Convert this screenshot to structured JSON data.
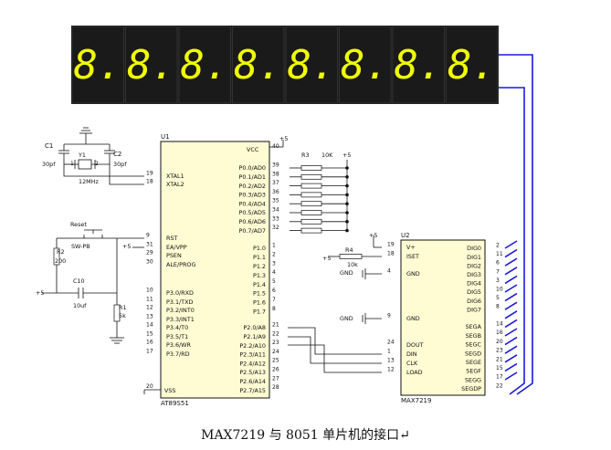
{
  "display": {
    "digit": "8.",
    "digit_count": 8,
    "color": "#f0ff00",
    "bg": "#1a1a1a"
  },
  "u1": {
    "ref": "U1",
    "part": "AT89S51",
    "vcc": "VCC",
    "vcc_pin": "40",
    "vss": "VSS",
    "vss_pin": "20",
    "left_pins": [
      {
        "num": "19",
        "name": "XTAL1"
      },
      {
        "num": "18",
        "name": "XTAL2"
      },
      {
        "num": "9",
        "name": "RST"
      },
      {
        "num": "31",
        "name": "EA/VPP"
      },
      {
        "num": "29",
        "name": "PSEN"
      },
      {
        "num": "30",
        "name": "ALE/PROG"
      },
      {
        "num": "10",
        "name": "P3.0/RXD"
      },
      {
        "num": "11",
        "name": "P3.1/TXD"
      },
      {
        "num": "12",
        "name": "P3.2/INT0"
      },
      {
        "num": "13",
        "name": "P3.3/INT1"
      },
      {
        "num": "14",
        "name": "P3.4/T0"
      },
      {
        "num": "15",
        "name": "P3.5/T1"
      },
      {
        "num": "16",
        "name": "P3.6/WR"
      },
      {
        "num": "17",
        "name": "P3.7/RD"
      }
    ],
    "p0": [
      {
        "num": "39",
        "name": "P0.0/AD0"
      },
      {
        "num": "38",
        "name": "P0.1/AD1"
      },
      {
        "num": "37",
        "name": "P0.2/AD2"
      },
      {
        "num": "36",
        "name": "P0.3/AD3"
      },
      {
        "num": "35",
        "name": "P0.4/AD4"
      },
      {
        "num": "34",
        "name": "P0.5/AD5"
      },
      {
        "num": "33",
        "name": "P0.6/AD6"
      },
      {
        "num": "32",
        "name": "P0.7/AD7"
      }
    ],
    "p1": [
      {
        "num": "1",
        "name": "P1.0"
      },
      {
        "num": "2",
        "name": "P1.1"
      },
      {
        "num": "3",
        "name": "P1.2"
      },
      {
        "num": "4",
        "name": "P1.3"
      },
      {
        "num": "5",
        "name": "P1.4"
      },
      {
        "num": "6",
        "name": "P1.5"
      },
      {
        "num": "7",
        "name": "P1.6"
      },
      {
        "num": "8",
        "name": "P1.7"
      }
    ],
    "p2": [
      {
        "num": "21",
        "name": "P2.0/A8"
      },
      {
        "num": "22",
        "name": "P2.1/A9"
      },
      {
        "num": "23",
        "name": "P2.2/A10"
      },
      {
        "num": "24",
        "name": "P2.3/A11"
      },
      {
        "num": "25",
        "name": "P2.4/A12"
      },
      {
        "num": "26",
        "name": "P2.5/A13"
      },
      {
        "num": "27",
        "name": "P2.6/A14"
      },
      {
        "num": "28",
        "name": "P2.7/A15"
      }
    ]
  },
  "u2": {
    "ref": "U2",
    "part": "MAX7219",
    "left_pins": [
      {
        "num": "19",
        "name": "V+"
      },
      {
        "num": "18",
        "name": "ISET"
      },
      {
        "num": "4",
        "name": "GND"
      },
      {
        "num": "9",
        "name": "GND"
      },
      {
        "num": "24",
        "name": "DOUT"
      },
      {
        "num": "1",
        "name": "DIN"
      },
      {
        "num": "13",
        "name": "CLK"
      },
      {
        "num": "12",
        "name": "LOAD"
      }
    ],
    "dig_pins": [
      {
        "num": "2",
        "name": "DIG0"
      },
      {
        "num": "11",
        "name": "DIG1"
      },
      {
        "num": "6",
        "name": "DIG2"
      },
      {
        "num": "7",
        "name": "DIG3"
      },
      {
        "num": "3",
        "name": "DIG4"
      },
      {
        "num": "10",
        "name": "DIG5"
      },
      {
        "num": "5",
        "name": "DIG6"
      },
      {
        "num": "8",
        "name": "DIG7"
      }
    ],
    "seg_pins": [
      {
        "num": "14",
        "name": "SEGA"
      },
      {
        "num": "16",
        "name": "SEGB"
      },
      {
        "num": "20",
        "name": "SEGC"
      },
      {
        "num": "23",
        "name": "SEGD"
      },
      {
        "num": "21",
        "name": "SEGE"
      },
      {
        "num": "15",
        "name": "SEGF"
      },
      {
        "num": "17",
        "name": "SEGG"
      },
      {
        "num": "22",
        "name": "SEGDP"
      }
    ]
  },
  "parts": {
    "c1": "C1",
    "c1_val": "30pf",
    "c2": "C2",
    "c2_val": "30pf",
    "y1": "Y1",
    "y1_val": "12MHz",
    "y1_pin1": "1",
    "y1_pin2": "2",
    "reset": "Reset",
    "sw": "SW-PB",
    "r2": "R2",
    "r2_val": "200",
    "c10": "C10",
    "c10_val": "10uf",
    "r1": "R1",
    "r1_val": "5k",
    "r3": "R3",
    "r3_val": "10K",
    "r4": "R4",
    "r4_val": "10k",
    "plus5": "+5",
    "gnd": "GND"
  },
  "caption": "MAX7219 与 8051 单片机的接口↵"
}
